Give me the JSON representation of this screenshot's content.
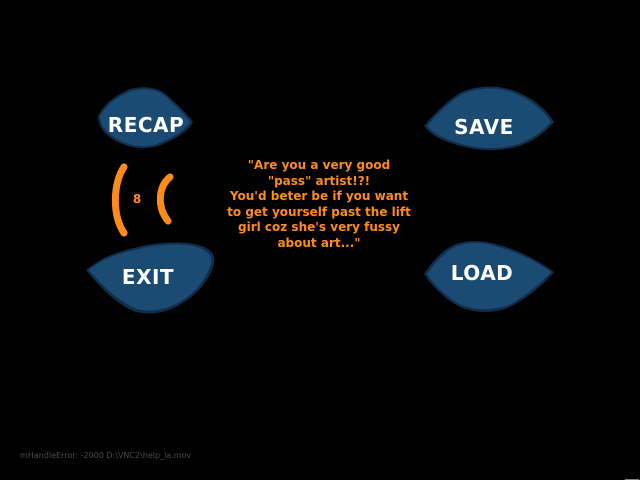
{
  "menu": {
    "recap_label": "RECAP",
    "save_label": "SAVE",
    "exit_label": "EXIT",
    "load_label": "LOAD"
  },
  "counter": {
    "value": "8"
  },
  "hint": {
    "lines": [
      "\"Are you a very good",
      "\"pass\" artist!?!",
      "You'd beter be if you want",
      "to get yourself past the lift",
      "girl coz she's very fussy",
      "about art...\""
    ]
  },
  "status": {
    "text": "mHandleError: -2000 D:\\VNC2\\help_la.mov"
  },
  "colors": {
    "background": "#000000",
    "button_fill": "#1b4a72",
    "button_edge": "#0e2e4c",
    "accent_orange": "#ff8c1a",
    "status_gray": "#4a4a4a"
  },
  "icons": {
    "cursor": "arrow-cursor-icon"
  }
}
